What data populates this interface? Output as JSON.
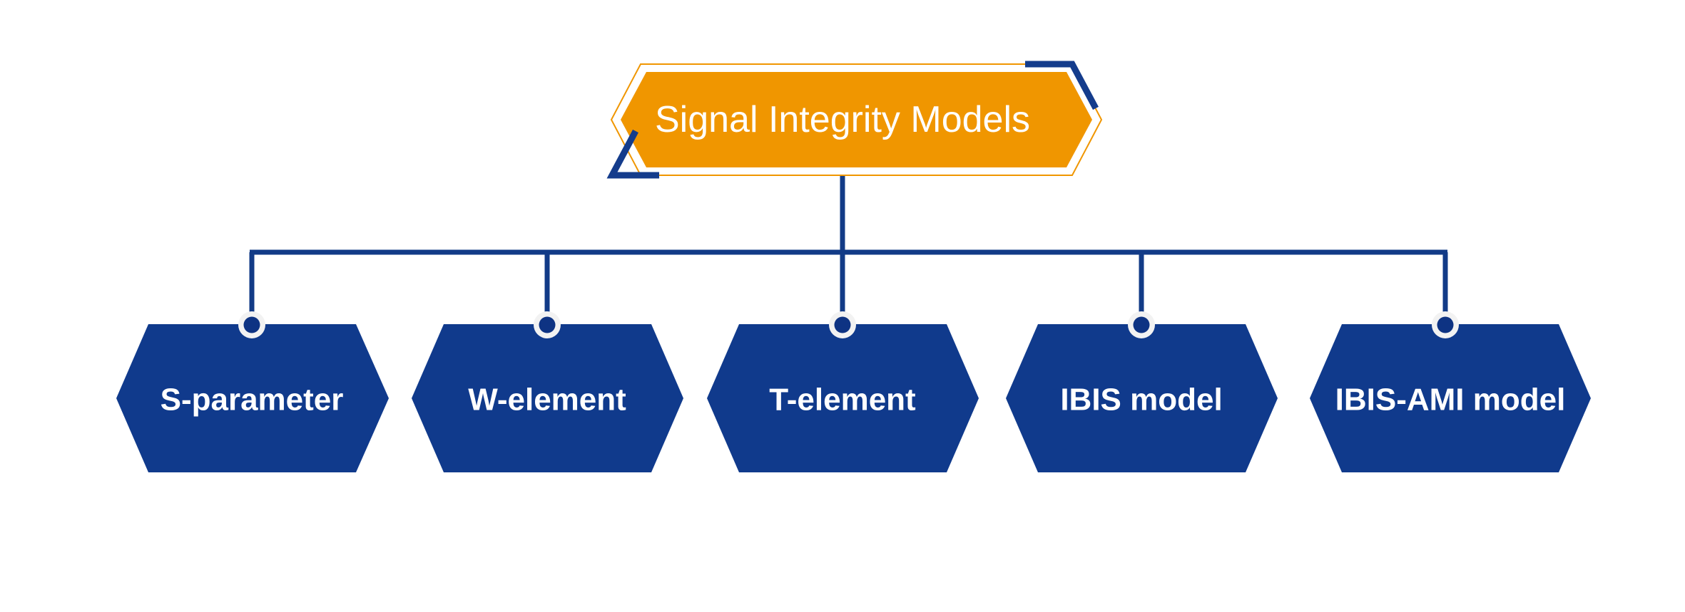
{
  "diagram": {
    "title": "Signal Integrity Models",
    "type": "hierarchy-tree",
    "orientation": "top-down",
    "background_color": "#ffffff",
    "root": {
      "label": "Signal Integrity Models",
      "shape": "hexagon",
      "fill_color": "#F09600",
      "text_color": "#ffffff",
      "outline_color": "#F09600",
      "accent_color": "#143C8C",
      "accent_positions": "top-right, bottom-left"
    },
    "connector": {
      "line_color": "#123B87",
      "dot_outer_color": "#F2F2F2",
      "dot_inner_color": "#0E3383",
      "style": "orthogonal-bus"
    },
    "children": [
      {
        "label": "S-parameter",
        "shape": "hexagon",
        "fill_color": "#103A8C",
        "text_color": "#ffffff"
      },
      {
        "label": "W-element",
        "shape": "hexagon",
        "fill_color": "#103A8C",
        "text_color": "#ffffff"
      },
      {
        "label": "T-element",
        "shape": "hexagon",
        "fill_color": "#103A8C",
        "text_color": "#ffffff"
      },
      {
        "label": "IBIS model",
        "shape": "hexagon",
        "fill_color": "#103A8C",
        "text_color": "#ffffff"
      },
      {
        "label": "IBIS-AMI model",
        "shape": "hexagon",
        "fill_color": "#103A8C",
        "text_color": "#ffffff"
      }
    ]
  }
}
